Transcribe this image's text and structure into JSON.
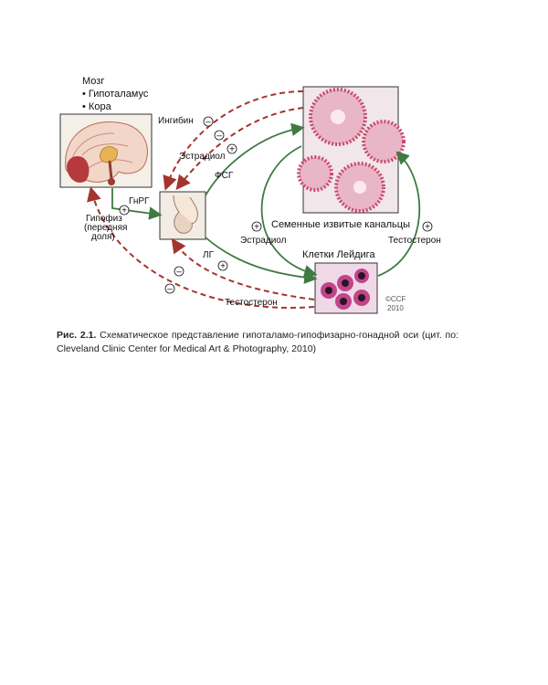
{
  "colors": {
    "green": "#3f7a43",
    "red": "#a3352f",
    "tubule": "#c94a6c",
    "leydig": "#c2448a"
  },
  "figure": {
    "brain_label": "Мозг",
    "hypothalamus_label": "Гипоталамус",
    "cortex_label": "Кора",
    "gnrh_label": "ГнРГ",
    "pituitary_label_1": "Гипофиз",
    "pituitary_label_2": "(передняя",
    "pituitary_label_3": "доля)",
    "inhibin_label": "Ингибин",
    "estradiol_top_label": "Эстрадиол",
    "fsh_label": "ФСГ",
    "lh_label": "ЛГ",
    "tubules_label": "Семенные извитые канальцы",
    "estradiol_side_label": "Эстрадиол",
    "testosterone_side_label": "Тестостерон",
    "leydig_label": "Клетки Лейдига",
    "testosterone_bottom_label": "Тестостерон",
    "copyright_1": "©CCF",
    "copyright_2": "2010",
    "plus": "+",
    "minus": "–"
  },
  "caption": {
    "label": "Рис. 2.1.",
    "text": "Схематическое представление гипоталамо-гипофизарно-гонадной оси (цит. по: Cleveland Clinic Center for Medical Art & Photography, 2010)"
  }
}
